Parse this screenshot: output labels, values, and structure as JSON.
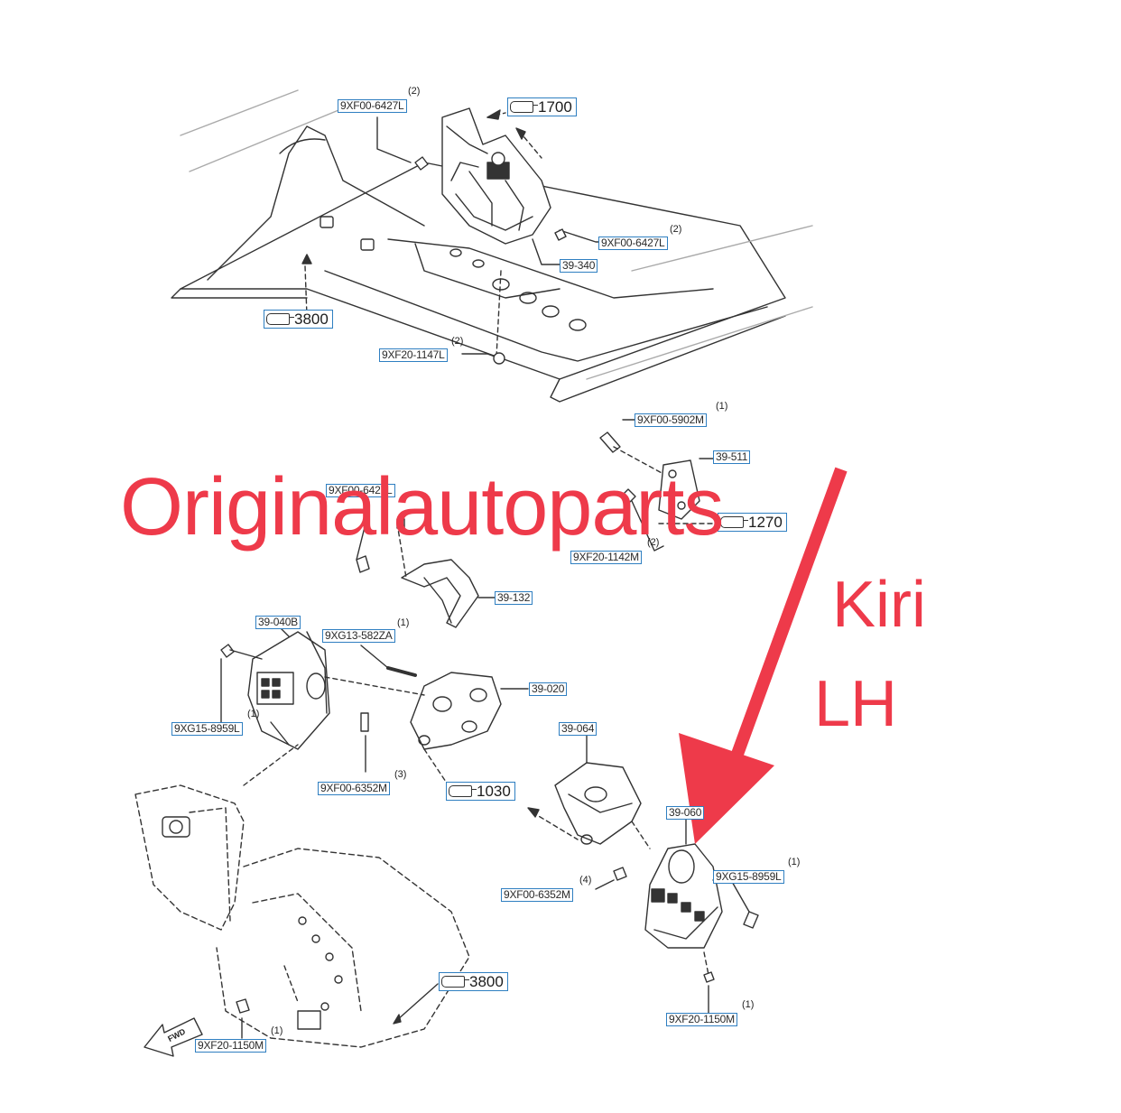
{
  "watermark": "Originalautoparts",
  "annotation": {
    "line1": "Kiri",
    "line2": "LH"
  },
  "colors": {
    "accent": "#ee3a4a",
    "label_border": "#2f7fc1",
    "line": "#333333"
  },
  "top_parts": {
    "bolt_a": {
      "part": "9XF00-6427L",
      "qty": "(2)"
    },
    "bolt_b": {
      "part": "9XF00-6427L",
      "qty": "(2)"
    },
    "nut": {
      "part": "9XF20-1147L",
      "qty": "(2)"
    },
    "mount": {
      "part": "39-340"
    },
    "ref_1700": "1700",
    "ref_3800": "3800"
  },
  "bottom_parts": {
    "bolt_5902": {
      "part": "9XF00-5902M",
      "qty": "(1)"
    },
    "bracket_511": {
      "part": "39-511"
    },
    "ref_1270": "1270",
    "nut_1142": {
      "part": "9XF20-1142M",
      "qty": "(2)"
    },
    "bolt_hidden": {
      "part": "9XF00-6427L"
    },
    "bracket_132": {
      "part": "39-132"
    },
    "mount_040": {
      "part": "39-040B"
    },
    "stud_582": {
      "part": "9XG13-582ZA",
      "qty": "(1)"
    },
    "bracket_020": {
      "part": "39-020"
    },
    "bolt_8959_left": {
      "part": "9XG15-8959L",
      "qty": "(1)"
    },
    "bolt_6352_3": {
      "part": "9XF00-6352M",
      "qty": "(3)"
    },
    "ref_1030": "1030",
    "bracket_064": {
      "part": "39-064"
    },
    "mount_060": {
      "part": "39-060"
    },
    "bolt_8959_right": {
      "part": "9XG15-8959L",
      "qty": "(1)"
    },
    "bolt_6352_4": {
      "part": "9XF00-6352M",
      "qty": "(4)"
    },
    "ref_3800_b": "3800",
    "nut_1150_left": {
      "part": "9XF20-1150M",
      "qty": "(1)"
    },
    "nut_1150_right": {
      "part": "9XF20-1150M",
      "qty": "(1)"
    },
    "fwd": "FWD"
  }
}
